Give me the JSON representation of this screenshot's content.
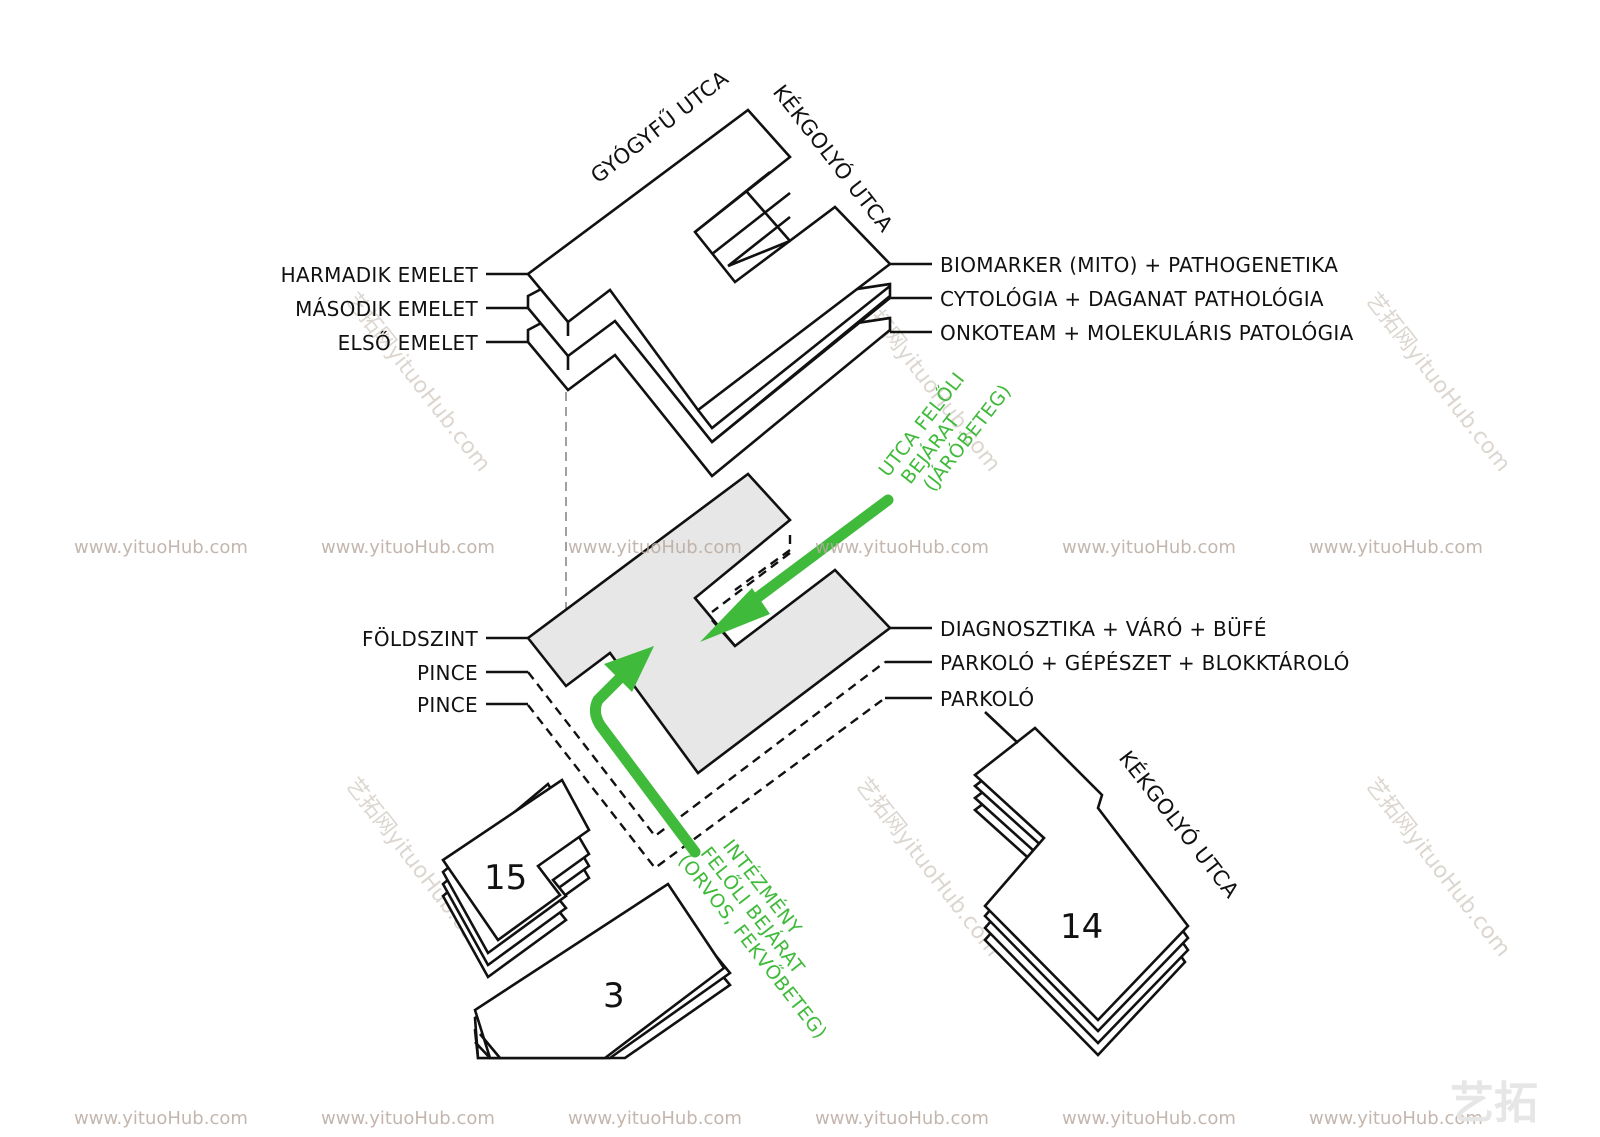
{
  "streets": {
    "gyogyfu": "GYÓGYFŰ UTCA",
    "kekgolyo_top": "KÉKGOLYÓ UTCA",
    "kekgolyo_right": "KÉKGOLYÓ UTCA"
  },
  "floors_left": {
    "third": "HARMADIK EMELET",
    "second": "MÁSODIK EMELET",
    "first": "ELSŐ EMELET",
    "ground": "FÖLDSZINT",
    "basement1": "PINCE",
    "basement2": "PINCE"
  },
  "functions_right": {
    "third": "BIOMARKER (MITO) + PATHOGENETIKA",
    "second": "CYTOLÓGIA + DAGANAT PATHOLÓGIA",
    "first": "ONKOTEAM + MOLEKULÁRIS PATOLÓGIA",
    "ground": "DIAGNOSZTIKA + VÁRÓ + BÜFÉ",
    "basement1": "PARKOLÓ + GÉPÉSZET + BLOKKTÁROLÓ",
    "basement2": "PARKOLÓ"
  },
  "entrances": {
    "street": [
      "UTCA FELŐLI",
      "BEJÁRAT",
      "(JÁRÓBETEG)"
    ],
    "institution": [
      "INTÉZMÉNY",
      "FELŐLI BEJÁRAT",
      "(ORVOS, FEKVŐBETEG)"
    ]
  },
  "buildings": {
    "b15": "15",
    "b3": "3",
    "b14": "14"
  },
  "watermark": {
    "url": "www.yituoHub.com",
    "diag": "艺拓网yituoHub.com",
    "logo": "艺拓"
  },
  "colors": {
    "line": "#111111",
    "ground_fill": "#e7e7e7",
    "entrance_arrow": "#3fba3a",
    "watermark": "#b9aaa0"
  }
}
